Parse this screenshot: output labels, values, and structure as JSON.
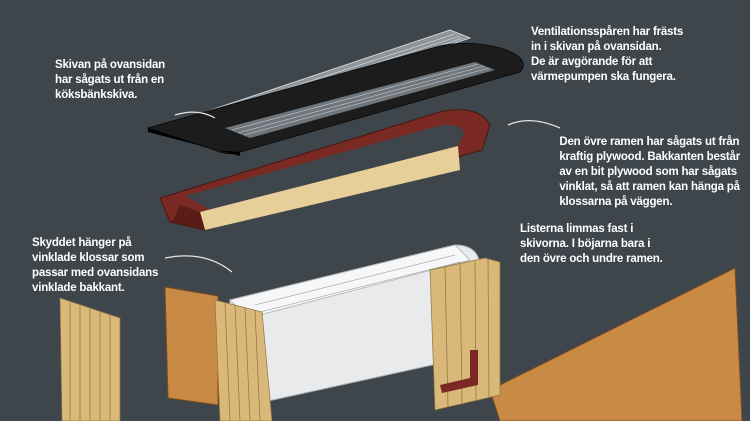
{
  "captions": {
    "top_board": "Skivan på ovansidan\nhar sågats ut från en\nköksbänkskiva.",
    "ventilation": "Ventilationsspåren har frästs\nin i skivan på ovansidan.\nDe är avgörande för att\nvärmepumpen ska fungera.",
    "upper_frame": "Den övre ramen har sågats ut från\nkraftig plywood. Bakkanten består\nav en bit plywood som har sågats\nvinklat, så att ramen kan hänga på\nklossarna på väggen.",
    "slats": "Listerna limmas fast i\nskivorna. I böjarna bara i\nden övre och undre ramen.",
    "hanging": "Skyddet hänger på\nvinklade klossar som\npassar med ovansidans\nvinklade bakkant."
  },
  "colors": {
    "background": "#3e454b",
    "board": "#1c1c1c",
    "frame": "#7a2a22",
    "wood": "#d9b879",
    "plywood": "#c98a45",
    "unit": "#e8eaec"
  }
}
